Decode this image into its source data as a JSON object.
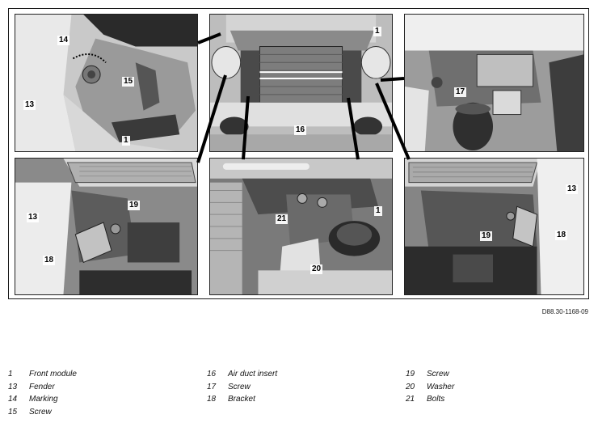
{
  "figure": {
    "reference": "D88.30-1168-09",
    "callouts": {
      "top_left": [
        "14",
        "15",
        "13",
        "1"
      ],
      "top_center": [
        "1",
        "16"
      ],
      "top_right": [
        "17"
      ],
      "bottom_left": [
        "19",
        "13",
        "18"
      ],
      "bottom_center": [
        "21",
        "1",
        "20"
      ],
      "bottom_right": [
        "13",
        "19",
        "18"
      ]
    }
  },
  "legend": {
    "columns": [
      [
        {
          "num": "1",
          "label": "Front module"
        },
        {
          "num": "13",
          "label": "Fender"
        },
        {
          "num": "14",
          "label": "Marking"
        },
        {
          "num": "15",
          "label": "Screw"
        }
      ],
      [
        {
          "num": "16",
          "label": "Air duct insert"
        },
        {
          "num": "17",
          "label": "Screw"
        },
        {
          "num": "18",
          "label": "Bracket"
        }
      ],
      [
        {
          "num": "19",
          "label": "Screw"
        },
        {
          "num": "20",
          "label": "Washer"
        },
        {
          "num": "21",
          "label": "Bolts"
        }
      ]
    ]
  }
}
